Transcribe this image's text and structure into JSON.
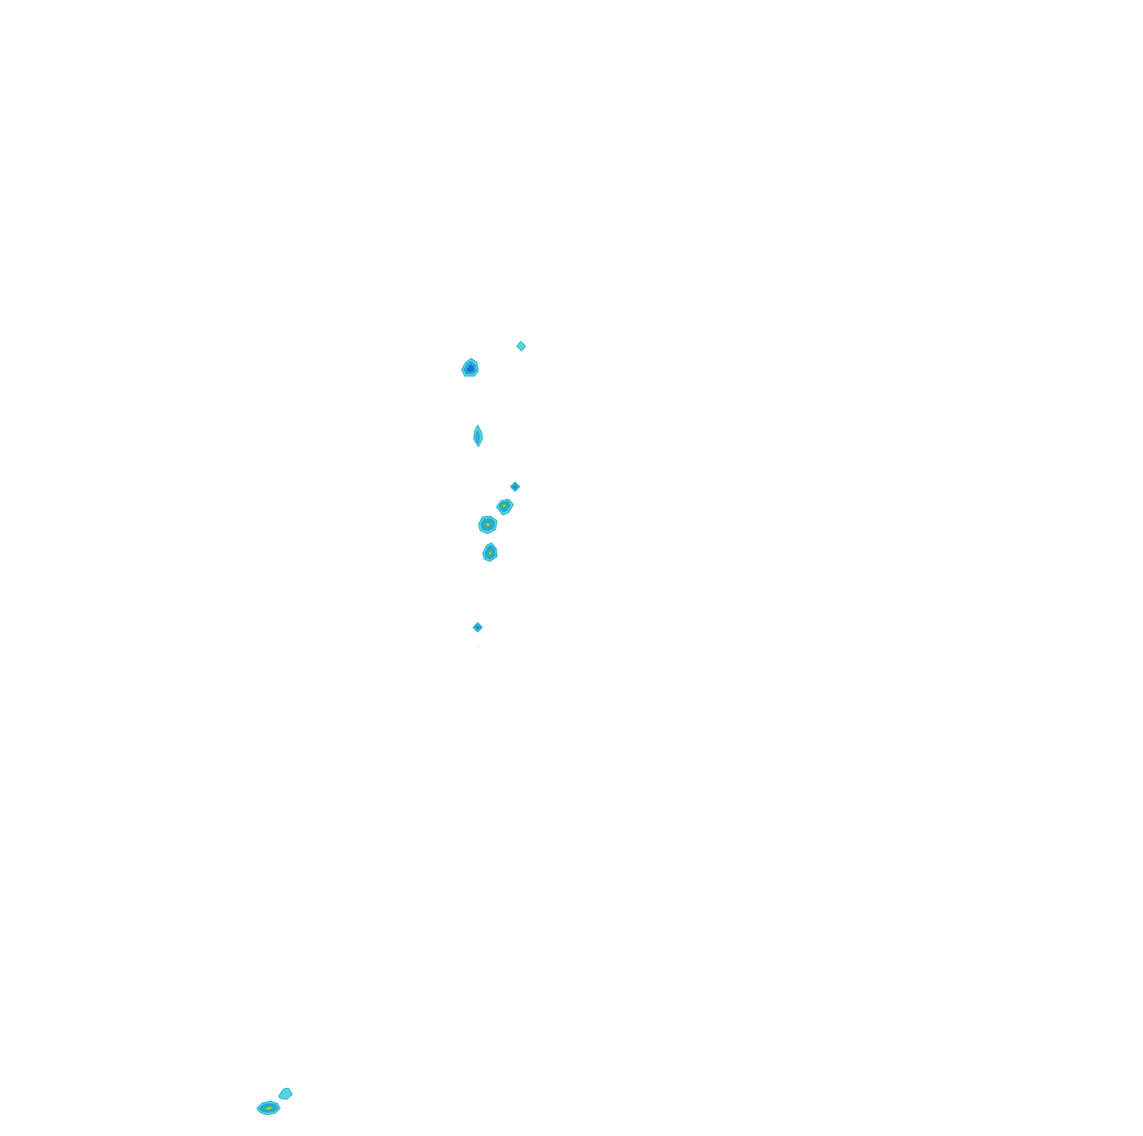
{
  "map": {
    "background_color": "#ffffff",
    "palette": {
      "level_1": "#4fd6e0",
      "level_2": "#33a8e8",
      "level_3": "#1f6fd8",
      "level_4": "#22c4a8",
      "level_5": "#b8d400",
      "outline": "#1aa0b8"
    },
    "features": [
      {
        "id": "blob-small-top-right",
        "levels": 1
      },
      {
        "id": "blob-top-left-dark",
        "levels": 3
      },
      {
        "id": "blob-elongated",
        "levels": 2
      },
      {
        "id": "blob-dot-1",
        "levels": 3
      },
      {
        "id": "blob-mid-1",
        "levels": 4
      },
      {
        "id": "blob-mid-2",
        "levels": 5
      },
      {
        "id": "blob-mid-3",
        "levels": 5
      },
      {
        "id": "blob-dot-2",
        "levels": 3
      },
      {
        "id": "blob-bottom-small",
        "levels": 1
      },
      {
        "id": "blob-bottom-large",
        "levels": 5
      }
    ]
  }
}
